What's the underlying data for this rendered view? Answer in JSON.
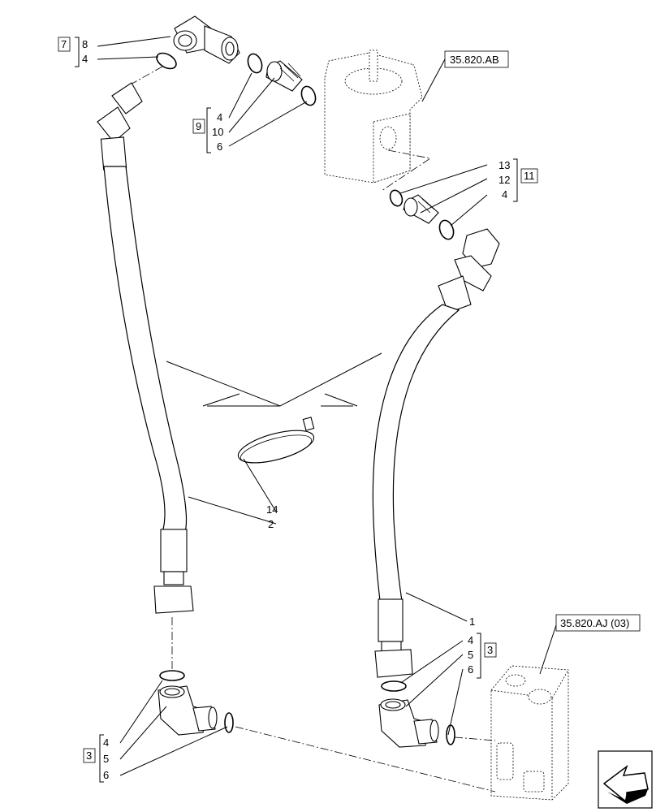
{
  "references": {
    "pump": "35.820.AB",
    "valve": "35.820.AJ (03)"
  },
  "groups": {
    "top_left": {
      "box": "7",
      "items": [
        "8",
        "4"
      ]
    },
    "top_mid": {
      "box": "9",
      "items": [
        "4",
        "10",
        "6"
      ]
    },
    "right_pump": {
      "box": "11",
      "items": [
        "13",
        "12",
        "4"
      ]
    },
    "bottom_right": {
      "box": "3",
      "items": [
        "4",
        "5",
        "6"
      ]
    },
    "bottom_left": {
      "box": "3",
      "items": [
        "4",
        "5",
        "6"
      ]
    }
  },
  "callouts": {
    "clamp": "14",
    "hose_left": "2",
    "hose_right": "1"
  },
  "icons": {
    "nav": "arrow-navigation-icon"
  }
}
